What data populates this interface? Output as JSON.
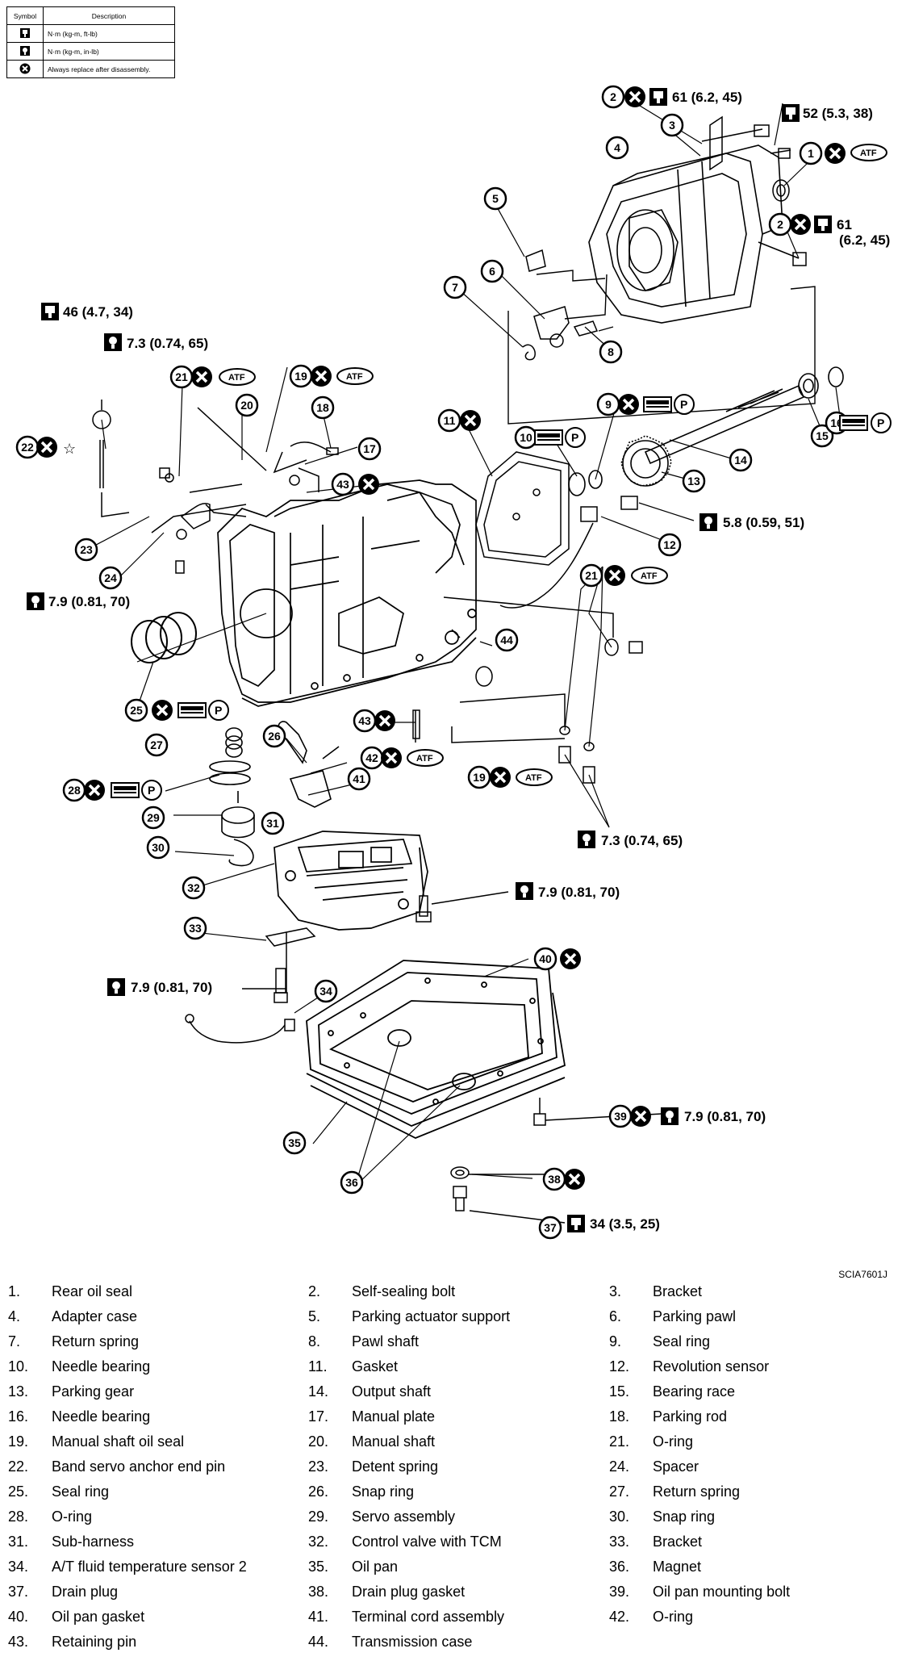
{
  "legend": {
    "header_symbol": "Symbol",
    "header_description": "Description",
    "rows": [
      {
        "icon": "torque-wrench-ftlb-icon",
        "description": "N·m (kg-m, ft-lb)"
      },
      {
        "icon": "torque-wrench-inlb-icon",
        "description": "N·m (kg-m, in-lb)"
      },
      {
        "icon": "replace-x-icon",
        "description": "Always replace after disassembly."
      }
    ]
  },
  "callouts": {
    "t2": "61 (6.2, 45)",
    "t52": "52 (5.3, 38)",
    "t61b": "61",
    "t61b2": "(6.2,  45)",
    "t46": "46 (4.7, 34)",
    "t73a": "7.3 (0.74, 65)",
    "t58": "5.8 (0.59, 51)",
    "t79a": "7.9 (0.81, 70)",
    "t73b": "7.3 (0.74, 65)",
    "t79b": "7.9 (0.81, 70)",
    "t79c": "7.9 (0.81, 70)",
    "t79d": "7.9 (0.81, 70)",
    "t34": "34 (3.5, 25)",
    "atf": "ATF",
    "p": "P"
  },
  "figure_id": "SCIA7601J",
  "parts": [
    {
      "num": "1.",
      "name": "Rear oil seal"
    },
    {
      "num": "2.",
      "name": "Self-sealing bolt"
    },
    {
      "num": "3.",
      "name": "Bracket"
    },
    {
      "num": "4.",
      "name": "Adapter case"
    },
    {
      "num": "5.",
      "name": "Parking actuator support"
    },
    {
      "num": "6.",
      "name": "Parking pawl"
    },
    {
      "num": "7.",
      "name": "Return spring"
    },
    {
      "num": "8.",
      "name": "Pawl shaft"
    },
    {
      "num": "9.",
      "name": "Seal ring"
    },
    {
      "num": "10.",
      "name": "Needle bearing"
    },
    {
      "num": "11.",
      "name": "Gasket"
    },
    {
      "num": "12.",
      "name": "Revolution sensor"
    },
    {
      "num": "13.",
      "name": "Parking gear"
    },
    {
      "num": "14.",
      "name": "Output shaft"
    },
    {
      "num": "15.",
      "name": "Bearing race"
    },
    {
      "num": "16.",
      "name": "Needle bearing"
    },
    {
      "num": "17.",
      "name": "Manual plate"
    },
    {
      "num": "18.",
      "name": "Parking rod"
    },
    {
      "num": "19.",
      "name": "Manual shaft oil seal"
    },
    {
      "num": "20.",
      "name": "Manual shaft"
    },
    {
      "num": "21.",
      "name": "O-ring"
    },
    {
      "num": "22.",
      "name": "Band servo anchor end pin"
    },
    {
      "num": "23.",
      "name": "Detent spring"
    },
    {
      "num": "24.",
      "name": "Spacer"
    },
    {
      "num": "25.",
      "name": "Seal ring"
    },
    {
      "num": "26.",
      "name": "Snap ring"
    },
    {
      "num": "27.",
      "name": "Return spring"
    },
    {
      "num": "28.",
      "name": "O-ring"
    },
    {
      "num": "29.",
      "name": "Servo assembly"
    },
    {
      "num": "30.",
      "name": "Snap ring"
    },
    {
      "num": "31.",
      "name": "Sub-harness"
    },
    {
      "num": "32.",
      "name": "Control valve with TCM"
    },
    {
      "num": "33.",
      "name": "Bracket"
    },
    {
      "num": "34.",
      "name": "A/T fluid temperature sensor 2"
    },
    {
      "num": "35.",
      "name": "Oil pan"
    },
    {
      "num": "36.",
      "name": "Magnet"
    },
    {
      "num": "37.",
      "name": "Drain plug"
    },
    {
      "num": "38.",
      "name": "Drain plug gasket"
    },
    {
      "num": "39.",
      "name": "Oil pan mounting bolt"
    },
    {
      "num": "40.",
      "name": "Oil pan gasket"
    },
    {
      "num": "41.",
      "name": "Terminal cord assembly"
    },
    {
      "num": "42.",
      "name": "O-ring"
    },
    {
      "num": "43.",
      "name": "Retaining pin"
    },
    {
      "num": "44.",
      "name": "Transmission case"
    }
  ]
}
